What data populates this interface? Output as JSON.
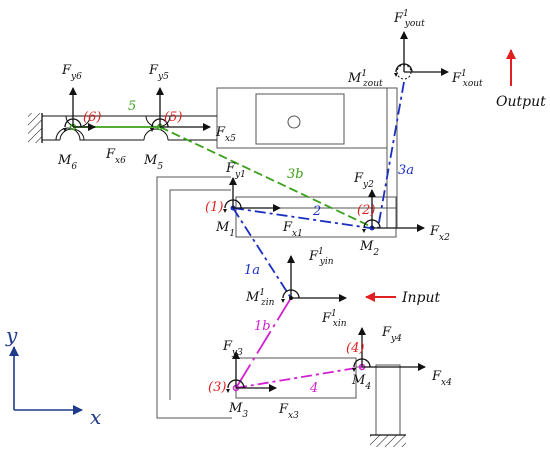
{
  "forces": {
    "Fyout": {
      "main": "F",
      "sup": "1",
      "sub": "yout"
    },
    "Mzout": {
      "main": "M",
      "sup": "1",
      "sub": "zout"
    },
    "Fxout": {
      "main": "F",
      "sup": "1",
      "sub": "xout"
    },
    "Fy6": {
      "main": "F",
      "sub": "y6"
    },
    "Fy5": {
      "main": "F",
      "sub": "y5"
    },
    "Fx5": {
      "main": "F",
      "sub": "x5"
    },
    "M6": {
      "main": "M",
      "sub": "6"
    },
    "Fx6": {
      "main": "F",
      "sub": "x6"
    },
    "M5": {
      "main": "M",
      "sub": "5"
    },
    "Fy1": {
      "main": "F",
      "sub": "y1"
    },
    "Fy2": {
      "main": "F",
      "sub": "y2"
    },
    "M1": {
      "main": "M",
      "sub": "1"
    },
    "Fx1": {
      "main": "F",
      "sub": "x1"
    },
    "M2": {
      "main": "M",
      "sub": "2"
    },
    "Fx2": {
      "main": "F",
      "sub": "x2"
    },
    "Fyin": {
      "main": "F",
      "sup": "1",
      "sub": "yin"
    },
    "Mzin": {
      "main": "M",
      "sup": "1",
      "sub": "zin"
    },
    "Fxin": {
      "main": "F",
      "sup": "1",
      "sub": "xin"
    },
    "Fy3": {
      "main": "F",
      "sub": "y3"
    },
    "M3": {
      "main": "M",
      "sub": "3"
    },
    "Fx3": {
      "main": "F",
      "sub": "x3"
    },
    "Fy4": {
      "main": "F",
      "sub": "y4"
    },
    "M4": {
      "main": "M",
      "sub": "4"
    },
    "Fx4": {
      "main": "F",
      "sub": "x4"
    }
  },
  "joints": {
    "j1": "(1)",
    "j2": "(2)",
    "j3": "(3)",
    "j4": "(4)",
    "j5": "(5)",
    "j6": "(6)"
  },
  "links": {
    "l1a": "1a",
    "l1b": "1b",
    "l2": "2",
    "l3a": "3a",
    "l3b": "3b",
    "l4": "4",
    "l5": "5"
  },
  "labels": {
    "output": "Output",
    "input": "Input",
    "axis_x": "x",
    "axis_y": "y"
  },
  "colors": {
    "black": "#111111",
    "gray": "#666666",
    "red": "#e02020",
    "blue": "#1a2fc0",
    "green": "#3aa11a",
    "magenta": "#d21fd2",
    "axis": "#1e3a8a"
  }
}
